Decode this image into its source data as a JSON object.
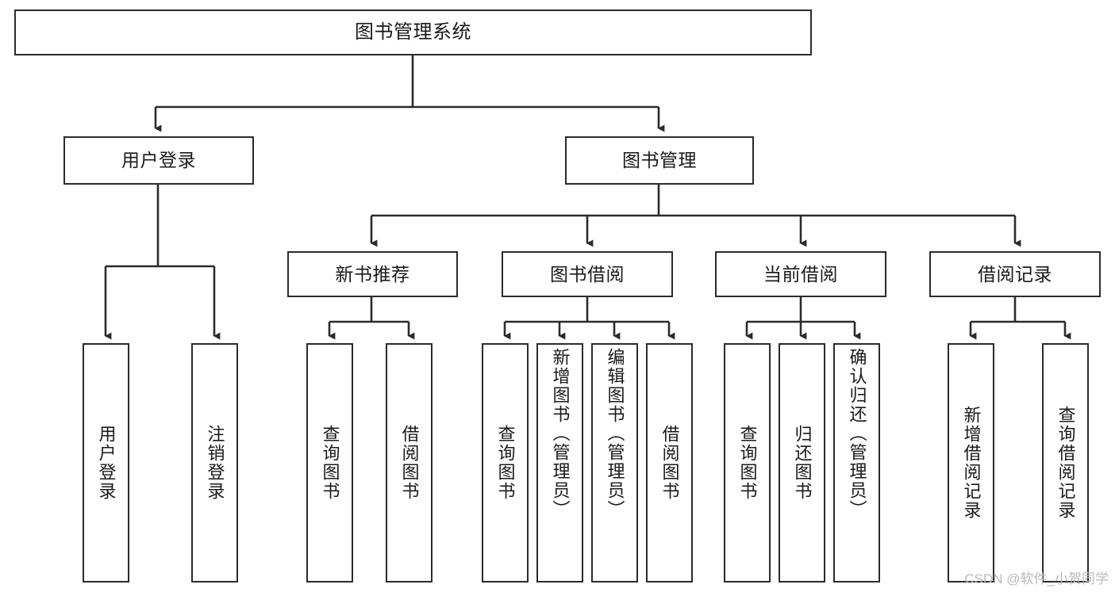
{
  "diagram": {
    "type": "tree",
    "title": "图书管理系统",
    "orientation": "top-down",
    "colors": {
      "box_border": "#2b2b2b",
      "box_fill": "#ffffff",
      "connector": "#2b2b2b",
      "text": "#1a1a1a",
      "watermark": "#b9b9b9"
    },
    "root": {
      "label": "图书管理系统"
    },
    "level2": [
      {
        "label": "用户登录"
      },
      {
        "label": "图书管理"
      }
    ],
    "level3": [
      {
        "label": "新书推荐"
      },
      {
        "label": "图书借阅"
      },
      {
        "label": "当前借阅"
      },
      {
        "label": "借阅记录"
      }
    ],
    "leaves": {
      "user_login": [
        {
          "label": "用户登录"
        },
        {
          "label": "注销登录"
        }
      ],
      "new_book_recommend": [
        {
          "label": "查询图书"
        },
        {
          "label": "借阅图书"
        }
      ],
      "book_borrow": [
        {
          "label": "查询图书"
        },
        {
          "label": "新增图书（管理员）"
        },
        {
          "label": "编辑图书（管理员）"
        },
        {
          "label": "借阅图书"
        }
      ],
      "current_borrow": [
        {
          "label": "查询图书"
        },
        {
          "label": "归还图书"
        },
        {
          "label": "确认归还（管理员）"
        }
      ],
      "borrow_record": [
        {
          "label": "新增借阅记录"
        },
        {
          "label": "查询借阅记录"
        }
      ]
    }
  },
  "watermark": {
    "text": "CSDN @软件_小贺同学"
  }
}
